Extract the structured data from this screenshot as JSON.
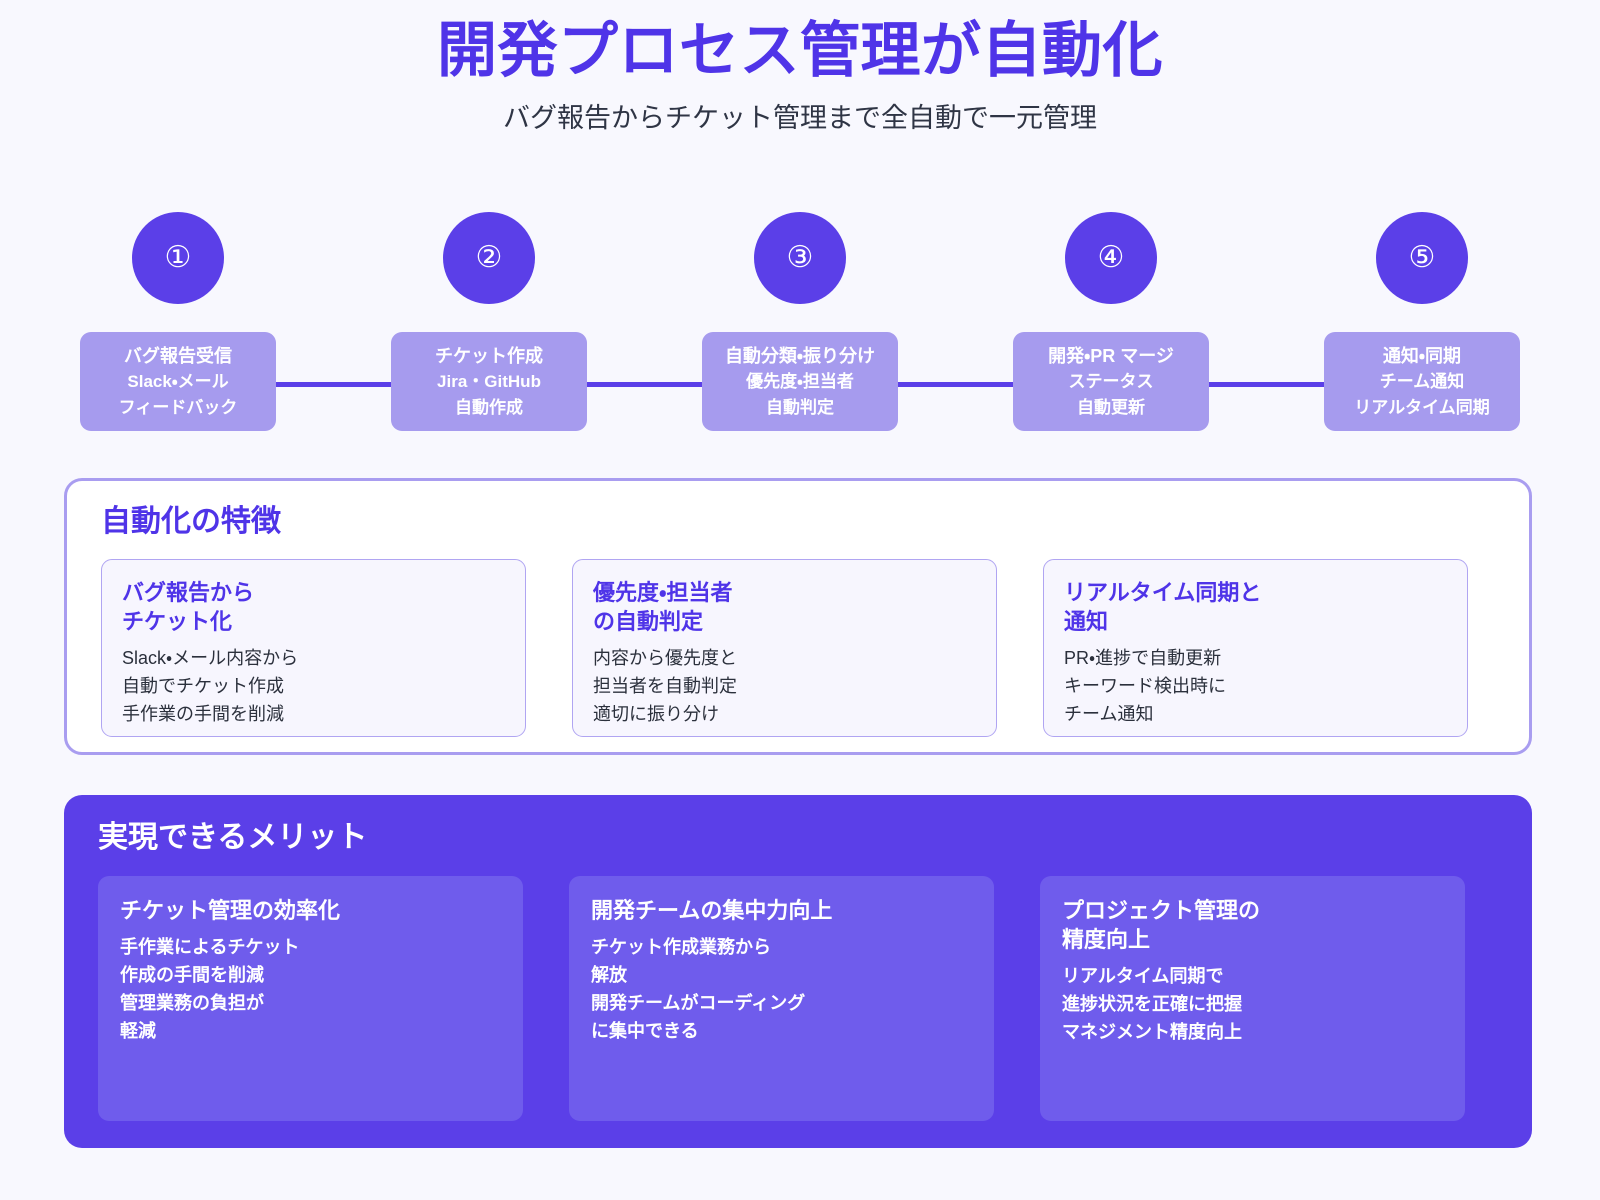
{
  "header": {
    "title": "開発プロセス管理が自動化",
    "subtitle": "バグ報告からチケット管理まで全自動で一元管理"
  },
  "colors": {
    "page_background": "#F8F8FE",
    "primary": "#5B3FE8",
    "title_purple": "#4F34E8",
    "step_box": "#A69BEE",
    "feature_card_bg": "#F7F6FE",
    "feature_card_border": "#B0A5F2",
    "benefit_card_bg": "#6F5CEC",
    "body_text": "#2B303C"
  },
  "flow": {
    "steps": [
      {
        "number": "①",
        "icon": "circled-number-1",
        "title": "バグ報告受信",
        "sub_line1": "Slack・メール",
        "sub_line2": "フィードバック"
      },
      {
        "number": "②",
        "icon": "circled-number-2",
        "title": "チケット作成",
        "sub_line1": "Jira・GitHub",
        "sub_line2": "自動作成"
      },
      {
        "number": "③",
        "icon": "circled-number-3",
        "title": "自動分類・振り分け",
        "sub_line1": "優先度・担当者",
        "sub_line2": "自動判定"
      },
      {
        "number": "④",
        "icon": "circled-number-4",
        "title": "開発・PR マージ",
        "sub_line1": "ステータス",
        "sub_line2": "自動更新"
      },
      {
        "number": "⑤",
        "icon": "circled-number-5",
        "title": "通知・同期",
        "sub_line1": "チーム通知",
        "sub_line2": "リアルタイム同期"
      }
    ]
  },
  "features": {
    "heading": "自動化の特徴",
    "cards": [
      {
        "title": "バグ報告から\nチケット化",
        "body": "Slack・メール内容から\n自動でチケット作成\n手作業の手間を削減"
      },
      {
        "title": "優先度・担当者\nの自動判定",
        "body": "内容から優先度と\n担当者を自動判定\n適切に振り分け"
      },
      {
        "title": "リアルタイム同期と\n通知",
        "body": "PR・進捗で自動更新\nキーワード検出時に\nチーム通知"
      }
    ]
  },
  "benefits": {
    "heading": "実現できるメリット",
    "cards": [
      {
        "title": "チケット管理の効率化",
        "body": "手作業によるチケット\n作成の手間を削減\n管理業務の負担が\n軽減"
      },
      {
        "title": "開発チームの集中力向上",
        "body": "チケット作成業務から\n解放\n開発チームがコーディング\nに集中できる"
      },
      {
        "title": "プロジェクト管理の\n精度向上",
        "body": "リアルタイム同期で\n進捗状況を正確に把握\nマネジメント精度向上"
      }
    ]
  }
}
